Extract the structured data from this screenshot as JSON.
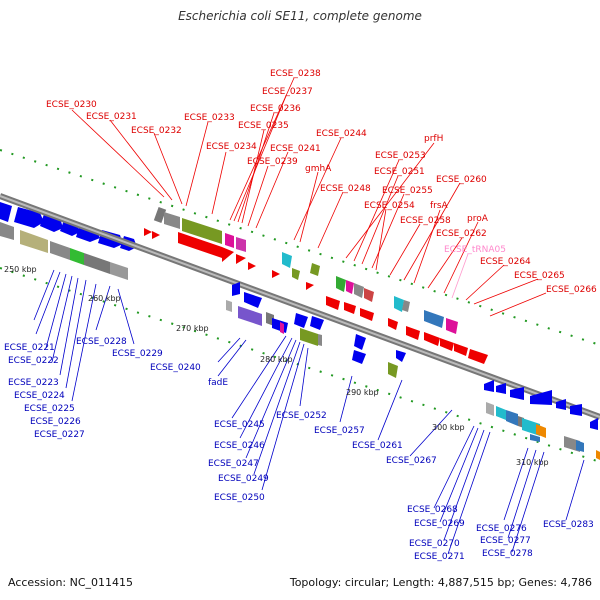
{
  "title": "Escherichia coli SE11, complete genome",
  "footer": {
    "accession": "Accession: NC_011415",
    "summary": "Topology: circular; Length: 4,887,515 bp; Genes: 4,786"
  },
  "colors": {
    "plus_strand_label": "#dd0000",
    "minus_strand_label": "#0000bb",
    "rna_label": "#ff88cc",
    "backbone": "#888888",
    "tick": "#228822",
    "forward_gene": "#ff0000",
    "reverse_gene": "#0000ff"
  },
  "scale_labels": [
    {
      "id": "kb250",
      "text": "250 kbp"
    },
    {
      "id": "kb260",
      "text": "260 kbp"
    },
    {
      "id": "kb270",
      "text": "270 kbp"
    },
    {
      "id": "kb280",
      "text": "280 kbp"
    },
    {
      "id": "kb290",
      "text": "290 kbp"
    },
    {
      "id": "kb300",
      "text": "300 kbp"
    },
    {
      "id": "kb310",
      "text": "310 kbp"
    }
  ],
  "top_labels": [
    {
      "id": "t_0238",
      "text": "ECSE_0238",
      "kind": "gene"
    },
    {
      "id": "t_0237",
      "text": "ECSE_0237",
      "kind": "gene"
    },
    {
      "id": "t_0230",
      "text": "ECSE_0230",
      "kind": "gene"
    },
    {
      "id": "t_0236",
      "text": "ECSE_0236",
      "kind": "gene"
    },
    {
      "id": "t_0231",
      "text": "ECSE_0231",
      "kind": "gene"
    },
    {
      "id": "t_0233",
      "text": "ECSE_0233",
      "kind": "gene"
    },
    {
      "id": "t_0235",
      "text": "ECSE_0235",
      "kind": "gene"
    },
    {
      "id": "t_0232",
      "text": "ECSE_0232",
      "kind": "gene"
    },
    {
      "id": "t_0244",
      "text": "ECSE_0244",
      "kind": "gene"
    },
    {
      "id": "t_prfH",
      "text": "prfH",
      "kind": "gene"
    },
    {
      "id": "t_0234",
      "text": "ECSE_0234",
      "kind": "gene"
    },
    {
      "id": "t_0241",
      "text": "ECSE_0241",
      "kind": "gene"
    },
    {
      "id": "t_0253",
      "text": "ECSE_0253",
      "kind": "gene"
    },
    {
      "id": "t_0239",
      "text": "ECSE_0239",
      "kind": "gene"
    },
    {
      "id": "t_gmhA",
      "text": "gmhA",
      "kind": "gene"
    },
    {
      "id": "t_0251",
      "text": "ECSE_0251",
      "kind": "gene"
    },
    {
      "id": "t_0260",
      "text": "ECSE_0260",
      "kind": "gene"
    },
    {
      "id": "t_0248",
      "text": "ECSE_0248",
      "kind": "gene"
    },
    {
      "id": "t_0255",
      "text": "ECSE_0255",
      "kind": "gene"
    },
    {
      "id": "t_0254",
      "text": "ECSE_0254",
      "kind": "gene"
    },
    {
      "id": "t_frsA",
      "text": "frsA",
      "kind": "gene"
    },
    {
      "id": "t_0258",
      "text": "ECSE_0258",
      "kind": "gene"
    },
    {
      "id": "t_proA",
      "text": "proA",
      "kind": "gene"
    },
    {
      "id": "t_0262",
      "text": "ECSE_0262",
      "kind": "gene"
    },
    {
      "id": "t_tRNA05",
      "text": "ECSE_tRNA05",
      "kind": "rna"
    },
    {
      "id": "t_0264",
      "text": "ECSE_0264",
      "kind": "gene"
    },
    {
      "id": "t_0265",
      "text": "ECSE_0265",
      "kind": "gene"
    },
    {
      "id": "t_0266",
      "text": "ECSE_0266",
      "kind": "gene"
    }
  ],
  "bottom_labels": [
    {
      "id": "b_0221",
      "text": "ECSE_0221"
    },
    {
      "id": "b_0222",
      "text": "ECSE_0222"
    },
    {
      "id": "b_0228",
      "text": "ECSE_0228"
    },
    {
      "id": "b_0229",
      "text": "ECSE_0229"
    },
    {
      "id": "b_0240",
      "text": "ECSE_0240"
    },
    {
      "id": "b_0223",
      "text": "ECSE_0223"
    },
    {
      "id": "b_fadE",
      "text": "fadE"
    },
    {
      "id": "b_0224",
      "text": "ECSE_0224"
    },
    {
      "id": "b_0225",
      "text": "ECSE_0225"
    },
    {
      "id": "b_0226",
      "text": "ECSE_0226"
    },
    {
      "id": "b_0252",
      "text": "ECSE_0252"
    },
    {
      "id": "b_0245",
      "text": "ECSE_0245"
    },
    {
      "id": "b_0227",
      "text": "ECSE_0227"
    },
    {
      "id": "b_0257",
      "text": "ECSE_0257"
    },
    {
      "id": "b_0246",
      "text": "ECSE_0246"
    },
    {
      "id": "b_0261",
      "text": "ECSE_0261"
    },
    {
      "id": "b_0267",
      "text": "ECSE_0267"
    },
    {
      "id": "b_0247",
      "text": "ECSE_0247"
    },
    {
      "id": "b_0249",
      "text": "ECSE_0249"
    },
    {
      "id": "b_0250",
      "text": "ECSE_0250"
    },
    {
      "id": "b_0268",
      "text": "ECSE_0268"
    },
    {
      "id": "b_0269",
      "text": "ECSE_0269"
    },
    {
      "id": "b_0283",
      "text": "ECSE_0283"
    },
    {
      "id": "b_0276",
      "text": "ECSE_0276"
    },
    {
      "id": "b_0270",
      "text": "ECSE_0270"
    },
    {
      "id": "b_0277",
      "text": "ECSE_0277"
    },
    {
      "id": "b_0271",
      "text": "ECSE_0271"
    },
    {
      "id": "b_0278",
      "text": "ECSE_0278"
    }
  ]
}
